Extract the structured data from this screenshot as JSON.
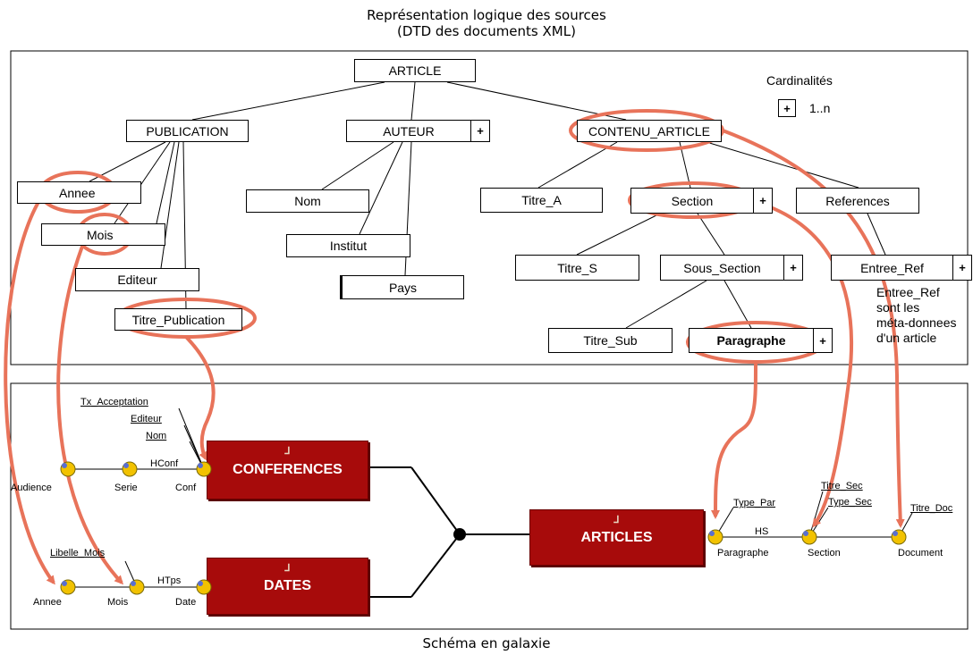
{
  "title_line1": "Représentation logique des sources",
  "title_line2": "(DTD des documents XML)",
  "caption": "Schéma en galaxie",
  "legend": {
    "title": "Cardinalités",
    "symbol": "+",
    "value": "1..n"
  },
  "dtd": {
    "article": "ARTICLE",
    "publication": "PUBLICATION",
    "auteur": "AUTEUR",
    "contenu_article": "CONTENU_ARTICLE",
    "annee": "Annee",
    "mois": "Mois",
    "editeur": "Editeur",
    "titre_publication": "Titre_Publication",
    "nom": "Nom",
    "institut": "Institut",
    "pays": "Pays",
    "titre_a": "Titre_A",
    "section": "Section",
    "references": "References",
    "titre_s": "Titre_S",
    "sous_section": "Sous_Section",
    "entree_ref": "Entree_Ref",
    "titre_sub": "Titre_Sub",
    "paragraphe": "Paragraphe",
    "plus": "+",
    "note": [
      "Entree_Ref",
      "sont les",
      "méta-donnees",
      "d'un article"
    ]
  },
  "galaxy": {
    "conferences": "CONFERENCES",
    "dates": "DATES",
    "articles": "ARTICLES",
    "conf_attrs": [
      "Tx_Acceptation",
      "Editeur",
      "Nom"
    ],
    "conf_levels": [
      "Audience",
      "Serie",
      "Conf"
    ],
    "hconf": "HConf",
    "dates_attr": "Libelle_Mois",
    "dates_levels": [
      "Annee",
      "Mois",
      "Date"
    ],
    "htps": "HTps",
    "type_par": "Type_Par",
    "hs": "HS",
    "titre_sec": "Titre_Sec",
    "type_sec": "Type_Sec",
    "titre_doc": "Titre_Doc",
    "art_levels": [
      "Paragraphe",
      "Section",
      "Document"
    ],
    "icon": "⅃"
  },
  "colors": {
    "highlight": "#e8735a",
    "fact": "#a70b0b",
    "node": "#f2c200"
  }
}
